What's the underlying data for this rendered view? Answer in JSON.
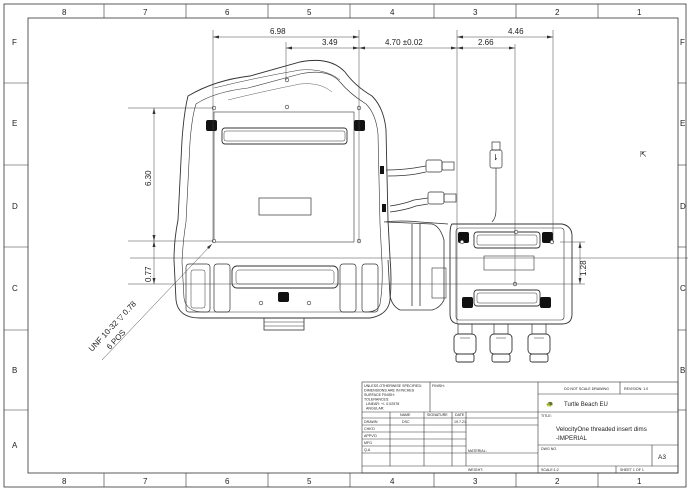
{
  "zones": {
    "cols": [
      "8",
      "7",
      "6",
      "5",
      "4",
      "3",
      "2",
      "1"
    ],
    "rows": [
      "F",
      "E",
      "D",
      "C",
      "B",
      "A"
    ]
  },
  "dimensions": {
    "overall_width": "6.98",
    "half_width": "3.49",
    "offset": "4.70 ±0.02",
    "insert_width": "4.46",
    "insert_half": "2.66",
    "height": "6.30",
    "bottom": "0.77",
    "insert_height": "1.28"
  },
  "callout": {
    "line1": "UNF 10-32 ▽ 0.78",
    "line2": "6 POS"
  },
  "title_block": {
    "notes": [
      "UNLESS OTHERWISE SPECIFIED:",
      "DIMENSIONS ARE IN INCHES",
      "SURFACE FINISH:",
      "TOLERANCES:",
      "LINEAR: +/- 0.02578",
      "ANGULAR:"
    ],
    "finish_label": "FINISH:",
    "header_name": "NAME",
    "header_signature": "SIGNATURE",
    "header_date": "DATE",
    "drawn_label": "DRAWN",
    "drawn_name": "DSC",
    "drawn_date": "19.7.21",
    "chkd_label": "CHK'D",
    "appvd_label": "APPV'D",
    "mfg_label": "MFG",
    "qa_label": "Q.A",
    "material_label": "MATERIAL:",
    "weight_label": "WEIGHT:",
    "do_not_scale": "DO NOT SCALE DRAWING",
    "revision": "REVISION: 1.0",
    "company": "Turtle Beach EU",
    "title_label": "TITLE:",
    "title_line1": "VelocityOne threaded insert dims",
    "title_line2": "-IMPERIAL",
    "dwg_no_label": "DWG NO.",
    "size": "A3",
    "scale": "SCALE:1:2",
    "sheet": "SHEET 1 OF 1"
  }
}
